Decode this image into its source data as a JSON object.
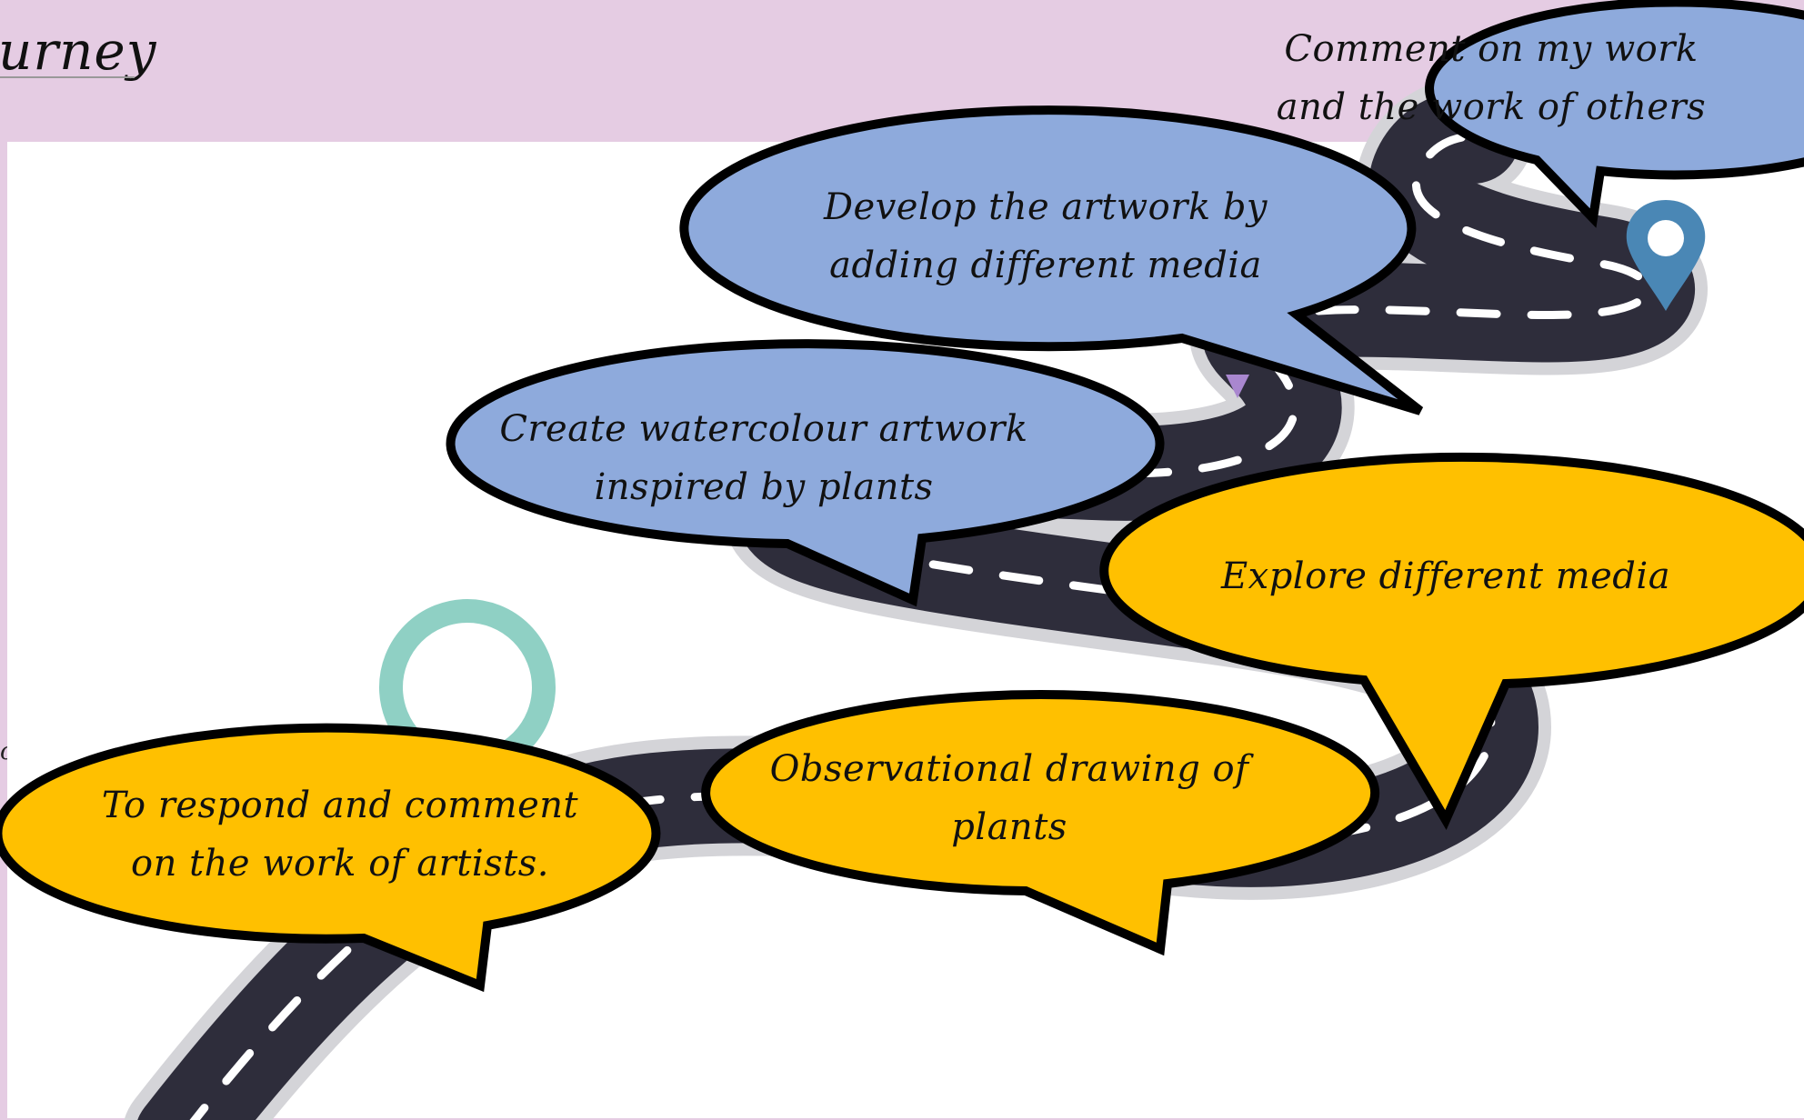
{
  "header": {
    "title": "urney",
    "side_fragment": "oe"
  },
  "colors": {
    "background": "#e5cce3",
    "panel": "#ffffff",
    "road": "#2e2d3b",
    "road_edge": "#d9d9d9",
    "blue_bubble": "#8eaadc",
    "yellow_bubble": "#ffc000",
    "bubble_outline": "#000000"
  },
  "journey_steps": [
    {
      "id": "step-1",
      "color": "yellow",
      "text_line1": "To respond and comment",
      "text_line2": "on the work of artists."
    },
    {
      "id": "step-2",
      "color": "yellow",
      "text_line1": "Observational drawing of",
      "text_line2": "plants"
    },
    {
      "id": "step-3",
      "color": "yellow",
      "text_line1": "Explore different media",
      "text_line2": ""
    },
    {
      "id": "step-4",
      "color": "blue",
      "text_line1": "Create watercolour artwork",
      "text_line2": "inspired by plants"
    },
    {
      "id": "step-5",
      "color": "blue",
      "text_line1": "Develop the artwork by",
      "text_line2": "adding different media"
    },
    {
      "id": "step-6",
      "color": "blue",
      "text_line1": "Comment on my work",
      "text_line2": "and the work of others"
    }
  ]
}
